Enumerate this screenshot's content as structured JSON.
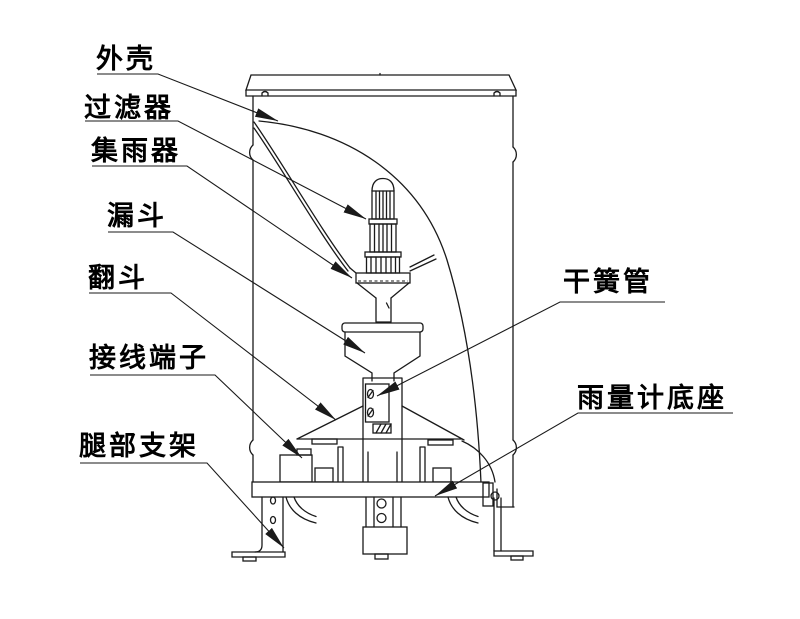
{
  "diagram": {
    "device": "tipping-bucket rain gauge cross-section drawing",
    "colors": {
      "line": "#1a1a1a",
      "background": "#ffffff"
    },
    "callouts": [
      {
        "id": "housing",
        "text": "外壳"
      },
      {
        "id": "filter",
        "text": "过滤器"
      },
      {
        "id": "rain-collector",
        "text": "集雨器"
      },
      {
        "id": "funnel",
        "text": "漏斗"
      },
      {
        "id": "tipping-bucket",
        "text": "翻斗"
      },
      {
        "id": "wiring-terminal",
        "text": "接线端子"
      },
      {
        "id": "leg-bracket",
        "text": "腿部支架"
      },
      {
        "id": "reed-switch",
        "text": "干簧管"
      },
      {
        "id": "gauge-base",
        "text": "雨量计底座"
      }
    ]
  }
}
